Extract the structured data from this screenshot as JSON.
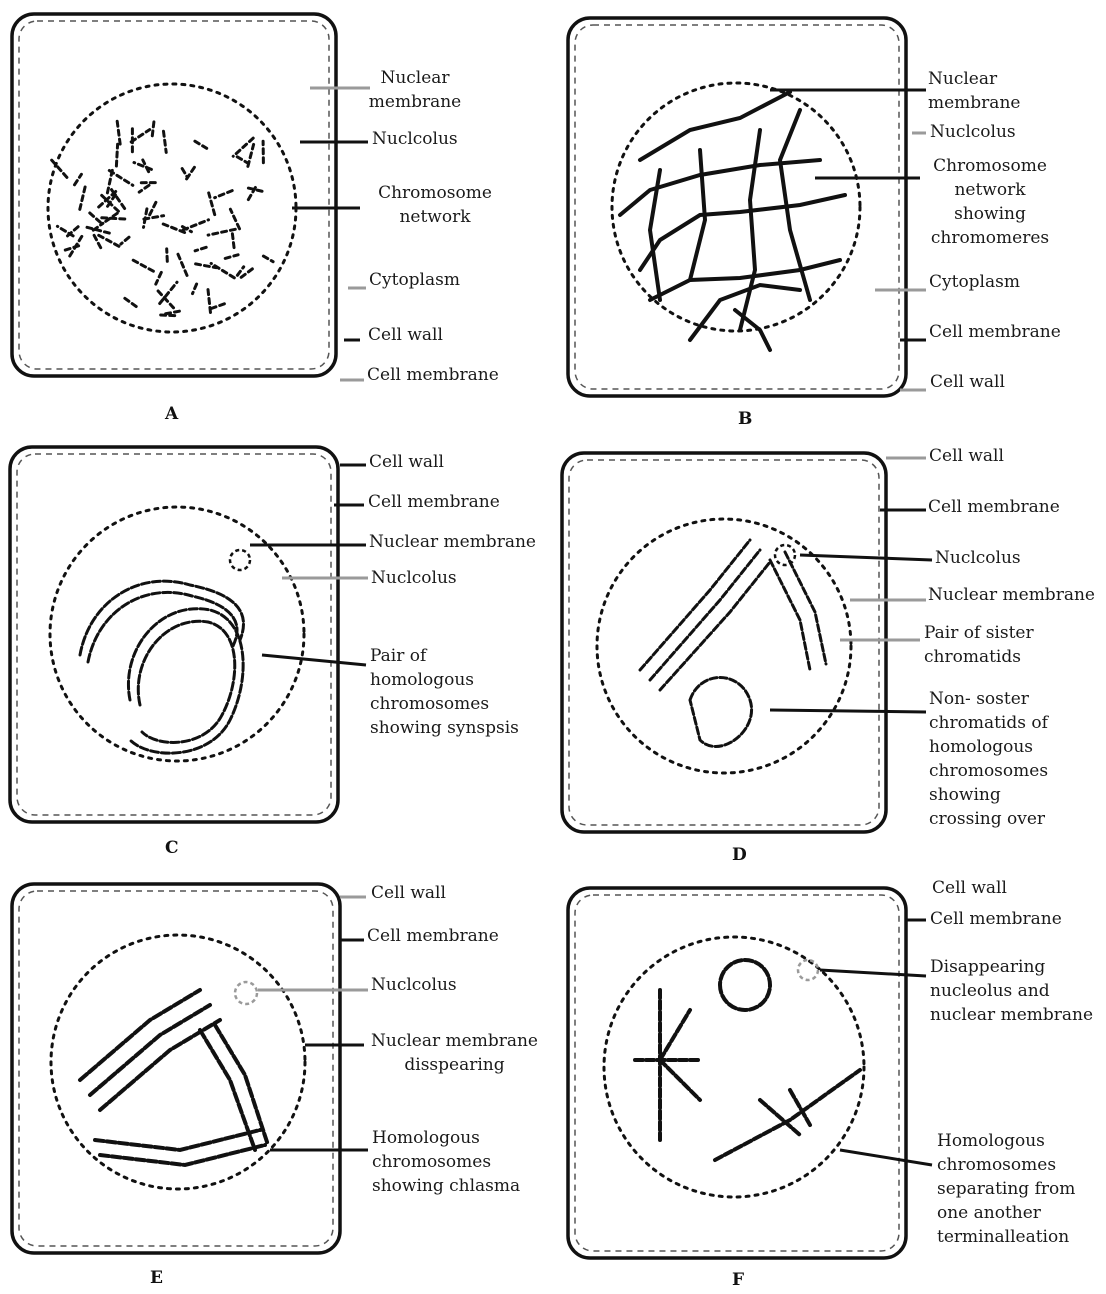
{
  "panels": [
    {
      "caption": "A",
      "labels": [
        "Nuclear\nmembrane",
        "Nuclcolus",
        "Chromosome\nnetwork",
        "Cytoplasm",
        "Cell wall",
        "Cell membrane"
      ]
    },
    {
      "caption": "B",
      "labels": [
        "Nuclear\nmembrane",
        "Nuclcolus",
        "Chromosome\nnetwork\nshowing\nchromomeres",
        "Cytoplasm",
        "Cell membrane",
        "Cell wall"
      ]
    },
    {
      "caption": "C",
      "labels": [
        "Cell wall",
        "Cell membrane",
        "Nuclear membrane",
        "Nuclcolus",
        "Pair of\nhomologous\nchromosomes\nshowing synspsis"
      ]
    },
    {
      "caption": "D",
      "labels": [
        "Cell wall",
        "Cell membrane",
        "Nuclcolus",
        "Nuclear membrane",
        "Pair of sister\nchromatids",
        "Non-        soster\nchromatids of\nhomologous\nchromosomes\nshowing\ncrossing over"
      ]
    },
    {
      "caption": "E",
      "labels": [
        "Cell wall",
        "Cell membrane",
        "Nuclcolus",
        "Nuclear membrane\ndisspearing",
        "Homologous\nchromosomes\nshowing chlasma"
      ]
    },
    {
      "caption": "F",
      "labels": [
        "Cell wall",
        "Cell membrane",
        "Disappearing\nnucleolus and\nnuclear membrane",
        "Homologous\nchromosomes\nseparating from\none another\nterminalleation"
      ]
    }
  ],
  "colors": {
    "line": "#111111",
    "faint": "#9a9a9a"
  }
}
